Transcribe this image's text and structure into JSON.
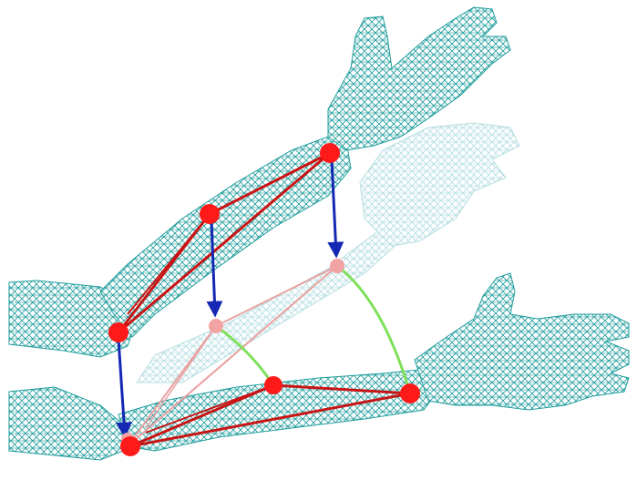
{
  "colors": {
    "background": "#ffffff",
    "mesh": "#1f9c9c",
    "mesh_ghost": "#a9d8dc",
    "constraint_edge": "#c81414",
    "constraint_edge_ghost": "#e9a0a0",
    "joint": "#ff1a1a",
    "joint_ghost": "#f2a3a3",
    "displacement_arrow": "#1428b4",
    "geodesic_curve": "#7ee05a"
  },
  "figure": {
    "poses": [
      "upper-arm-pose",
      "ghost-arm-pose",
      "lower-arm-pose"
    ],
    "triangles": [
      "upper-triangle",
      "ghost-triangle",
      "lower-triangle"
    ]
  }
}
